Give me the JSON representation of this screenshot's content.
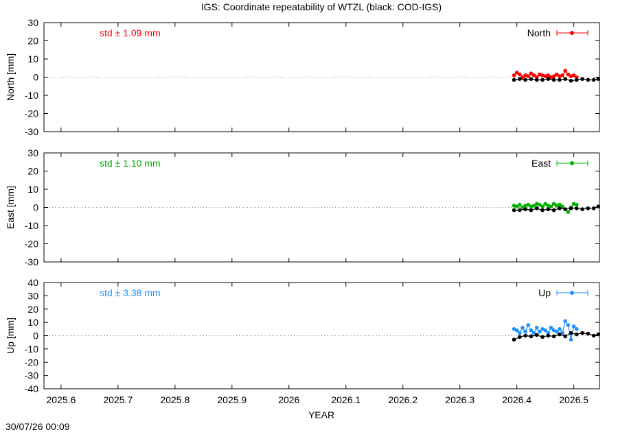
{
  "title": "IGS: Coordinate repeatability of WTZL (black: COD-IGS)",
  "timestamp": "30/07/26 00:09",
  "xlabel": "YEAR",
  "x_ticks": [
    "2025.6",
    "2025.7",
    "2025.8",
    "2025.9",
    "2026",
    "2026.1",
    "2026.2",
    "2026.3",
    "2026.4",
    "2026.5"
  ],
  "chart_data": [
    {
      "type": "scatter",
      "component": "North",
      "ylabel": "North [mm]",
      "legend": "North",
      "legend_position": "top-right",
      "color": "#ff0000",
      "std_label": "std ± 1.09 mm",
      "xlim": [
        2025.57,
        2026.545
      ],
      "ylim": [
        -30,
        30
      ],
      "y_ticks": [
        "30",
        "20",
        "10",
        "0",
        "-10",
        "-20",
        "-30"
      ],
      "series": [
        {
          "name": "North",
          "color": "#ff0000",
          "x": [
            2026.395,
            2026.4,
            2026.405,
            2026.41,
            2026.415,
            2026.42,
            2026.425,
            2026.43,
            2026.435,
            2026.44,
            2026.445,
            2026.45,
            2026.455,
            2026.46,
            2026.465,
            2026.47,
            2026.475,
            2026.48,
            2026.485,
            2026.49,
            2026.495,
            2026.5,
            2026.505
          ],
          "y": [
            1.0,
            2.5,
            1.5,
            0.0,
            1.0,
            0.5,
            2.0,
            1.0,
            0.0,
            1.5,
            1.0,
            0.5,
            1.0,
            0.0,
            0.5,
            1.5,
            0.5,
            1.0,
            3.5,
            1.5,
            0.5,
            1.0,
            0.0
          ]
        },
        {
          "name": "",
          "color": "#000000",
          "x": [
            2026.395,
            2026.405,
            2026.415,
            2026.425,
            2026.435,
            2026.445,
            2026.455,
            2026.465,
            2026.475,
            2026.485,
            2026.495,
            2026.505,
            2026.515,
            2026.525,
            2026.535,
            2026.543
          ],
          "y": [
            -1.5,
            -1.0,
            -1.5,
            -1.0,
            -1.5,
            -1.5,
            -1.0,
            -1.5,
            -1.5,
            -1.0,
            -2.0,
            -1.5,
            -1.0,
            -1.5,
            -1.5,
            -1.0
          ]
        }
      ]
    },
    {
      "type": "scatter",
      "component": "East",
      "ylabel": "East [mm]",
      "legend": "East",
      "legend_position": "top-right",
      "color": "#00b000",
      "std_label": "std ± 1.10 mm",
      "xlim": [
        2025.57,
        2026.545
      ],
      "ylim": [
        -30,
        30
      ],
      "y_ticks": [
        "30",
        "20",
        "10",
        "0",
        "-10",
        "-20",
        "-30"
      ],
      "series": [
        {
          "name": "East",
          "color": "#00b000",
          "x": [
            2026.395,
            2026.4,
            2026.405,
            2026.41,
            2026.415,
            2026.42,
            2026.425,
            2026.43,
            2026.435,
            2026.44,
            2026.445,
            2026.45,
            2026.455,
            2026.46,
            2026.465,
            2026.47,
            2026.475,
            2026.48,
            2026.485,
            2026.49,
            2026.495,
            2026.5,
            2026.505
          ],
          "y": [
            1.0,
            0.5,
            1.5,
            0.0,
            1.0,
            1.5,
            0.5,
            1.0,
            2.0,
            1.5,
            0.5,
            2.0,
            1.0,
            0.5,
            2.0,
            1.0,
            1.5,
            0.5,
            -1.0,
            -2.5,
            0.0,
            2.0,
            1.5
          ]
        },
        {
          "name": "",
          "color": "#000000",
          "x": [
            2026.395,
            2026.405,
            2026.415,
            2026.425,
            2026.435,
            2026.445,
            2026.455,
            2026.465,
            2026.475,
            2026.485,
            2026.495,
            2026.505,
            2026.515,
            2026.525,
            2026.535,
            2026.543
          ],
          "y": [
            -1.5,
            -1.5,
            -1.0,
            -1.5,
            -0.5,
            -1.5,
            -1.0,
            -1.5,
            -0.5,
            -1.0,
            -0.5,
            -0.5,
            -1.0,
            -0.5,
            -0.5,
            0.5
          ]
        }
      ]
    },
    {
      "type": "scatter",
      "component": "Up",
      "ylabel": "Up [mm]",
      "legend": "Up",
      "legend_position": "top-right",
      "color": "#1e90ff",
      "std_label": "std ± 3.38 mm",
      "xlim": [
        2025.57,
        2026.545
      ],
      "ylim": [
        -40,
        40
      ],
      "y_ticks": [
        "40",
        "30",
        "20",
        "10",
        "0",
        "-10",
        "-20",
        "-30",
        "-40"
      ],
      "series": [
        {
          "name": "Up",
          "color": "#1e90ff",
          "x": [
            2026.395,
            2026.4,
            2026.405,
            2026.41,
            2026.415,
            2026.42,
            2026.425,
            2026.43,
            2026.435,
            2026.44,
            2026.445,
            2026.45,
            2026.455,
            2026.46,
            2026.465,
            2026.47,
            2026.475,
            2026.48,
            2026.485,
            2026.49,
            2026.495,
            2026.5,
            2026.505
          ],
          "y": [
            5.0,
            4.0,
            2.0,
            6.0,
            3.0,
            8.0,
            4.0,
            2.0,
            6.0,
            3.0,
            5.0,
            4.0,
            2.0,
            6.0,
            4.0,
            3.0,
            5.0,
            2.0,
            11.0,
            8.0,
            -3.0,
            7.0,
            5.0
          ]
        },
        {
          "name": "",
          "color": "#000000",
          "x": [
            2026.395,
            2026.405,
            2026.415,
            2026.425,
            2026.435,
            2026.445,
            2026.455,
            2026.465,
            2026.475,
            2026.485,
            2026.495,
            2026.505,
            2026.515,
            2026.525,
            2026.535,
            2026.543
          ],
          "y": [
            -3.0,
            -1.0,
            0.0,
            -0.5,
            0.5,
            -1.0,
            0.0,
            -0.5,
            1.0,
            -0.5,
            2.0,
            1.0,
            2.0,
            1.5,
            0.0,
            1.0
          ]
        }
      ]
    }
  ]
}
